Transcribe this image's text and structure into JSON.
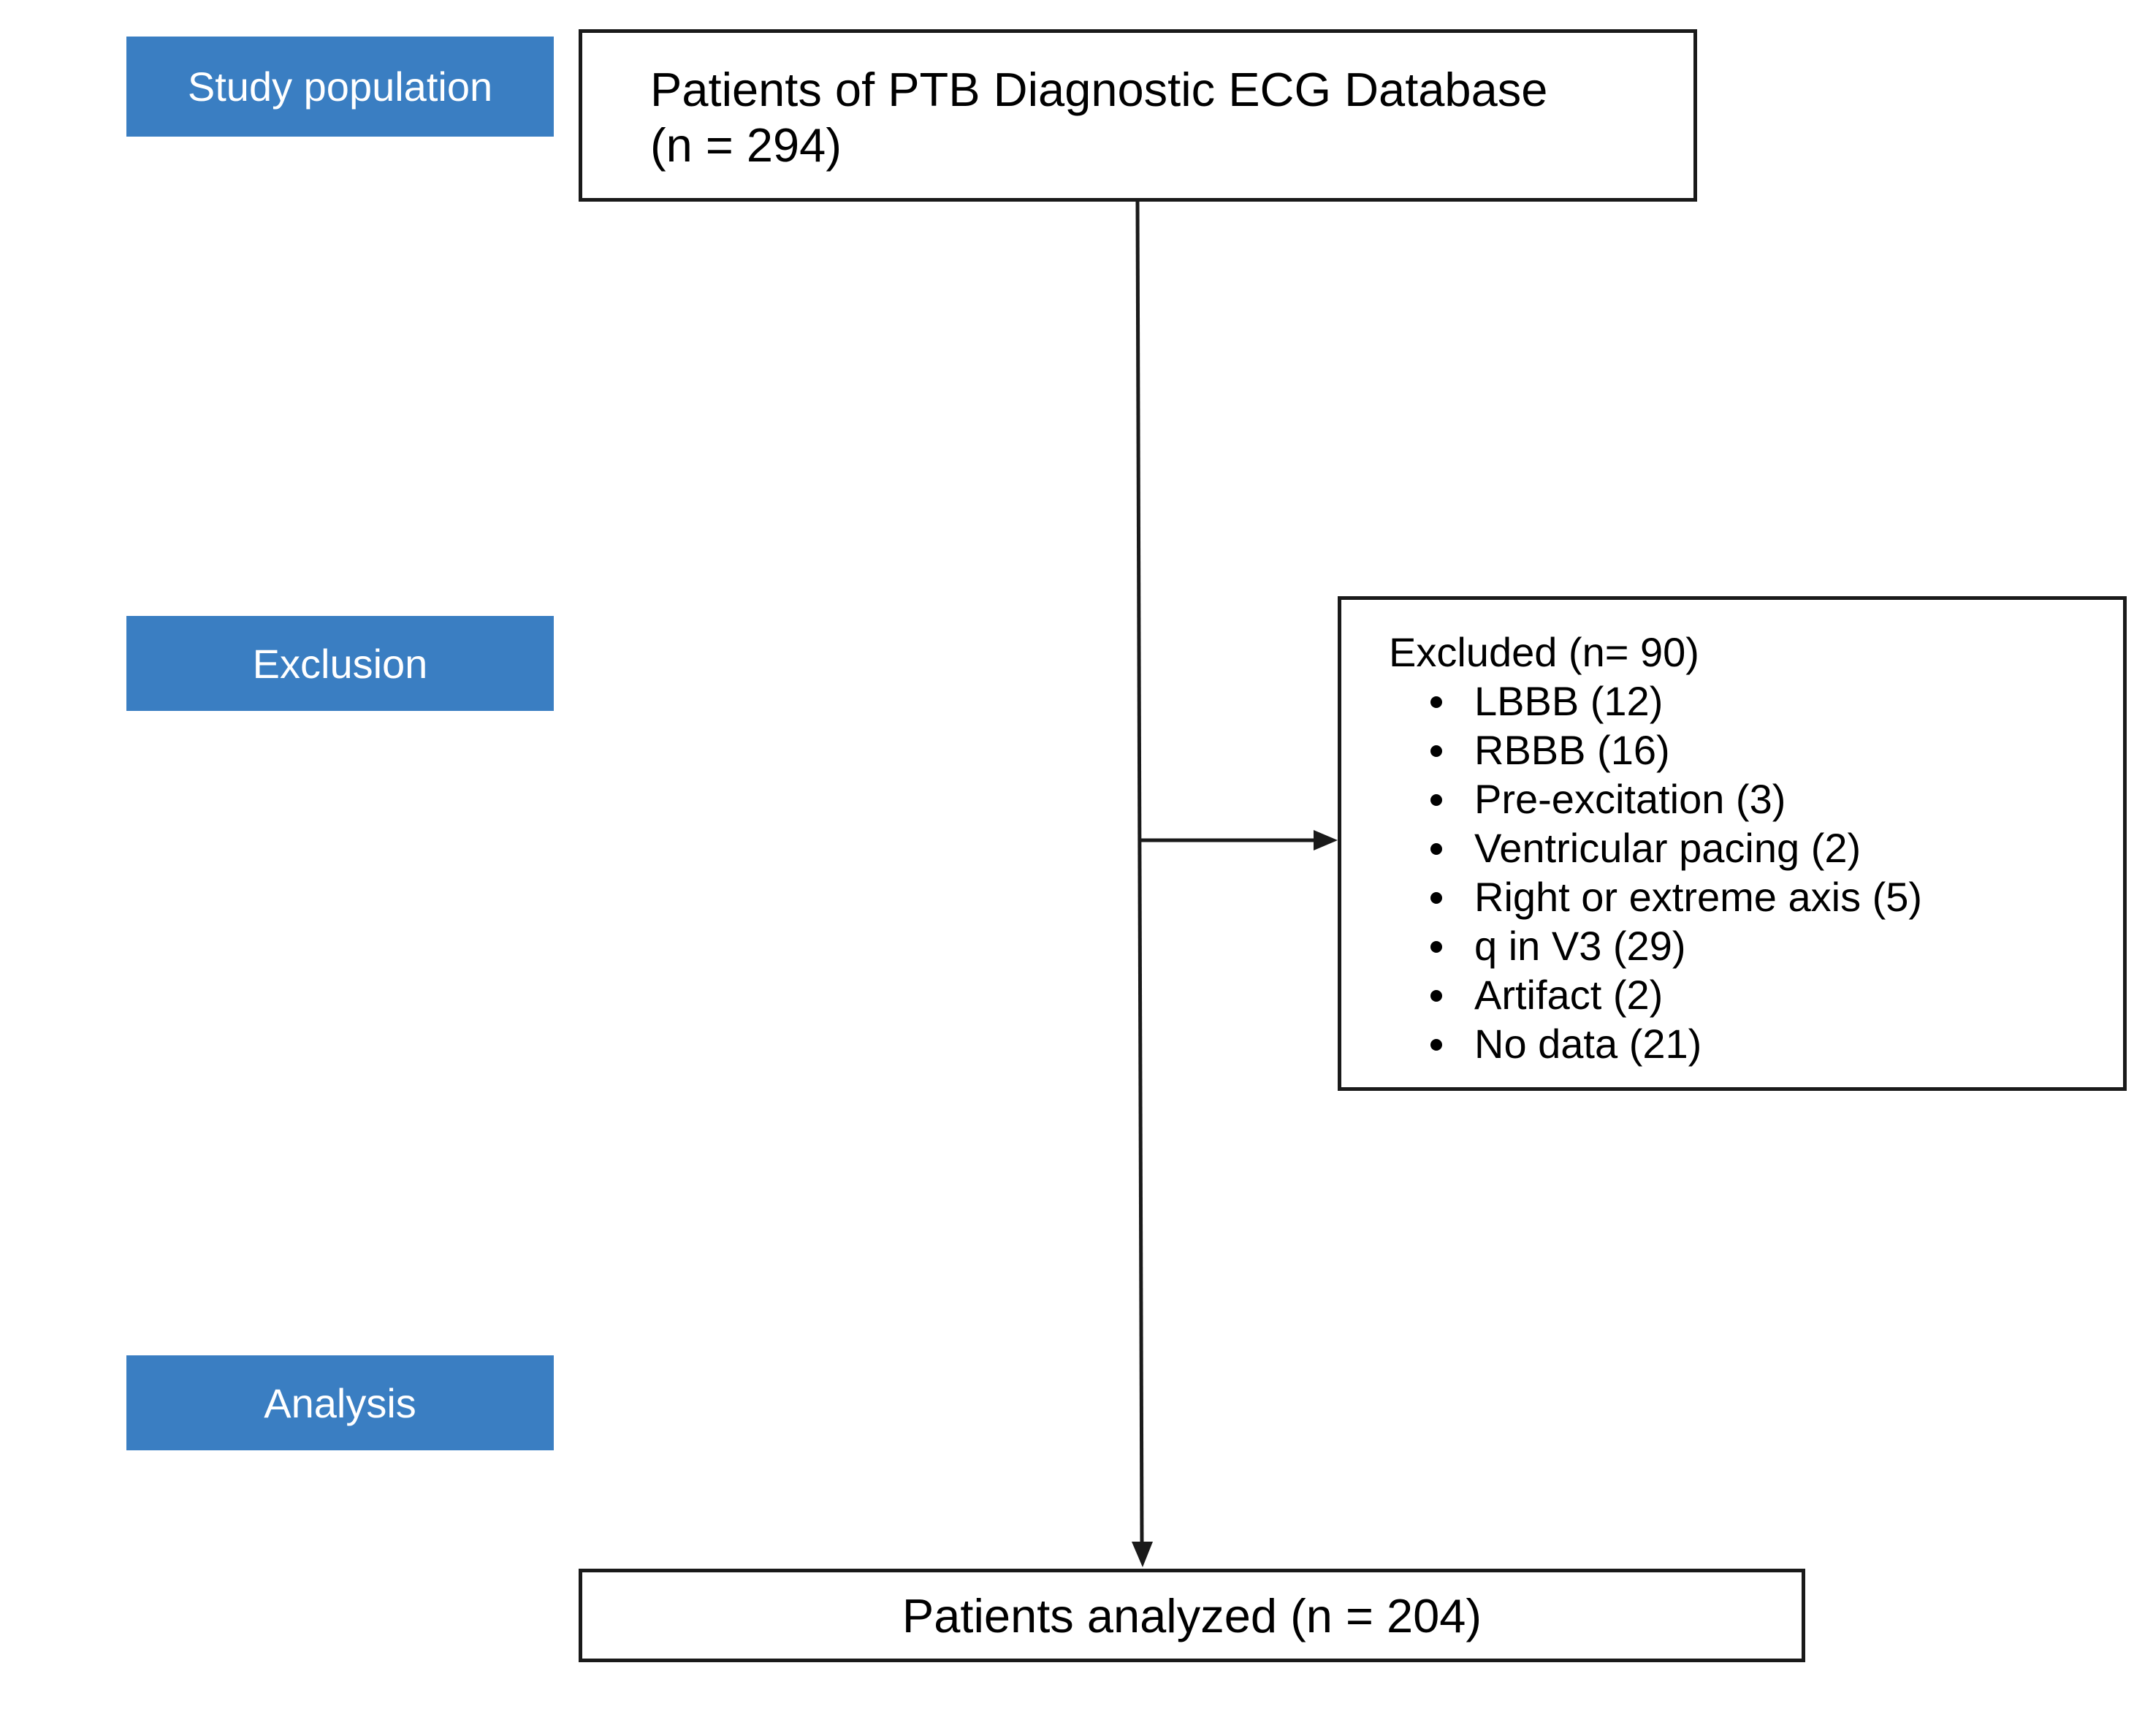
{
  "stages": {
    "study_population": "Study population",
    "exclusion": "Exclusion",
    "analysis": "Analysis"
  },
  "population_box": {
    "line1": "Patients of PTB Diagnostic ECG Database",
    "line2": "(n = 294)"
  },
  "excluded_box": {
    "heading": "Excluded (n= 90)",
    "items": [
      "LBBB (12)",
      "RBBB (16)",
      "Pre-excitation (3)",
      "Ventricular pacing (2)",
      "Right or extreme axis (5)",
      "q in V3 (29)",
      "Artifact (2)",
      "No data (21)"
    ]
  },
  "analyzed_box": {
    "label": "Patients analyzed (n = 204)"
  },
  "colors": {
    "stage_fill": "#3a7ec2",
    "stage_text": "#ffffff",
    "box_border": "#1a1a1a"
  }
}
